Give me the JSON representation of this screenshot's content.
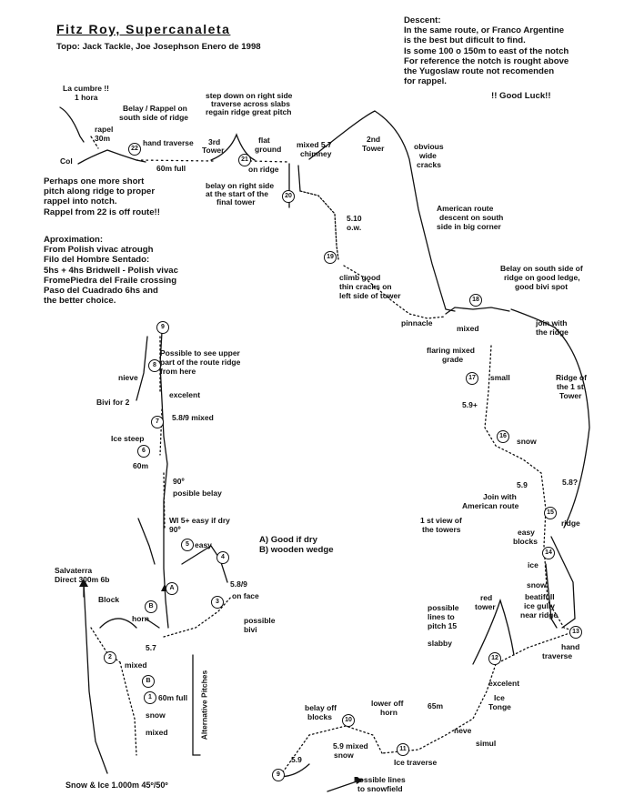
{
  "header": {
    "title": "Fitz Roy, Supercanaleta",
    "subtitle": "Topo: Jack  Tackle, Joe Josephson Enero de 1998"
  },
  "descent_note": [
    "Descent:",
    "In the same route, or Franco Argentine",
    "is the best but dificult to find.",
    "Is some 100 o 150m to east of the notch",
    "For reference the notch is rought above",
    "the Yugoslaw route not recomenden",
    "for rappel."
  ],
  "good_luck": "!! Good Luck!!",
  "left_note": [
    "Perhaps one more short",
    "pitch along ridge to proper",
    "rappel into notch.",
    "Rappel from 22 is off route!!"
  ],
  "approx_note": [
    "Aproximation:",
    "From Polish vivac atrough",
    "Filo del Hombre Sentado:",
    "5hs + 4hs Bridwell - Polish vivac",
    "FromePiedra del Fraile crossing",
    "Paso del Cuadrado 6hs and",
    "the better choice."
  ],
  "legend": [
    "A) Good if dry",
    "B) wooden wedge"
  ],
  "bottom_caption": "Snow & Ice 1.000m 45º/50º",
  "alt_pitches": "Alternative Pitches",
  "pitch_numbers": [
    "22",
    "21",
    "20",
    "19",
    "18",
    "17",
    "16",
    "15",
    "14",
    "13",
    "12",
    "11",
    "10",
    "9",
    "9",
    "8",
    "7",
    "6",
    "5",
    "4",
    "3",
    "2",
    "1",
    "A",
    "B",
    "B"
  ],
  "labels": [
    "La cumbre !!",
    "1 hora",
    "rapel",
    "30m",
    "Col",
    "Belay / Rappel on",
    "south side of ridge",
    "hand traverse",
    "60m full",
    "3rd",
    "Tower",
    "step down on right side",
    "traverse across slabs",
    "regain ridge great pitch",
    "flat",
    "ground",
    "on ridge",
    "mixed 5.7",
    "chimney",
    "2nd",
    "Tower",
    "obvious",
    "wide",
    "cracks",
    "belay on right side",
    "at the start of the",
    "final tower",
    "5.10",
    "o.w.",
    "American route",
    "descent on south",
    "side in big corner",
    "climb good",
    "thin cracks on",
    "left side of tower",
    "Belay on south side of",
    "ridge on good ledge,",
    "good bivi spot",
    "pinnacle",
    "mixed",
    "join with",
    "the ridge",
    "flaring mixed",
    "grade",
    "small",
    "Ridge of",
    "the 1 st",
    "Tower",
    "5.9+",
    "snow",
    "5.9",
    "5.8?",
    "Join with",
    "American route",
    "ridge",
    "1 st view of",
    "the towers",
    "easy",
    "blocks",
    "ice",
    "snow",
    "beatifull",
    "ice gully",
    "near ridge",
    "hand",
    "traverse",
    "red",
    "tower",
    "possible",
    "lines to",
    "pitch 15",
    "slabby",
    "excelent",
    "Ice",
    "Tonge",
    "lower off",
    "horn",
    "65m",
    "neve",
    "simul",
    "belay off",
    "blocks",
    "5.9 mixed",
    "snow",
    "5.9",
    "Ice traverse",
    "Possible lines",
    "to snowfield",
    "Possible to see upper",
    "part of the route ridge",
    "from here",
    "nieve",
    "Bivi for 2",
    "excelent",
    "5.8/9 mixed",
    "Ice steep",
    "60m",
    "90º",
    "posible belay",
    "WI 5+  easy if dry",
    "90º",
    "easy",
    "5.8/9",
    "on face",
    "possible",
    "bivi",
    "Salvaterra",
    "Direct 300m 6b",
    "Block",
    "horn",
    "5.7",
    "mixed",
    "60m full",
    "snow",
    "mixed"
  ]
}
